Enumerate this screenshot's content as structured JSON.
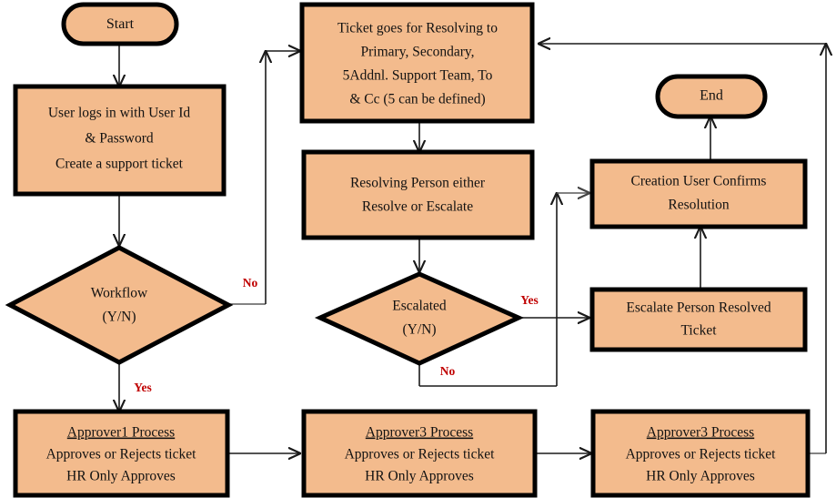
{
  "diagram": {
    "title": "Support Ticket Workflow Flowchart",
    "colors": {
      "node_fill": "#f3bb8d",
      "node_stroke": "#000000",
      "connector": "#1a1a1a",
      "edge_label": "#c00000",
      "background": "#ffffff"
    },
    "nodes": {
      "start": {
        "shape": "terminator",
        "label": "Start"
      },
      "login": {
        "shape": "process",
        "lines": [
          "User logs in with User Id",
          "& Password",
          "Create a support ticket"
        ]
      },
      "workflow_decision": {
        "shape": "decision",
        "lines": [
          "Workflow",
          "(Y/N)"
        ]
      },
      "approver1": {
        "shape": "process",
        "lines": [
          "Approver1 Process",
          "Approves or Rejects ticket",
          "HR Only Approves"
        ]
      },
      "approver2": {
        "shape": "process",
        "lines": [
          "Approver3 Process",
          "Approves or Rejects ticket",
          "HR Only Approves"
        ]
      },
      "approver3": {
        "shape": "process",
        "lines": [
          "Approver3 Process",
          "Approves or Rejects ticket",
          "HR Only Approves"
        ]
      },
      "ticket_routing": {
        "shape": "process",
        "lines": [
          "Ticket goes for Resolving to",
          "Primary, Secondary,",
          "5Addnl. Support Team, To",
          "& Cc (5 can be defined)"
        ]
      },
      "resolving_person": {
        "shape": "process",
        "lines": [
          "Resolving Person either",
          "Resolve or Escalate"
        ]
      },
      "escalated_decision": {
        "shape": "decision",
        "lines": [
          "Escalated",
          "(Y/N)"
        ]
      },
      "escalate_resolved": {
        "shape": "process",
        "lines": [
          "Escalate Person Resolved",
          "Ticket"
        ]
      },
      "creation_user_confirms": {
        "shape": "process",
        "lines": [
          "Creation User Confirms",
          "Resolution"
        ]
      },
      "end": {
        "shape": "terminator",
        "label": "End"
      }
    },
    "edge_labels": {
      "workflow_no": "No",
      "workflow_yes": "Yes",
      "escalated_yes": "Yes",
      "escalated_no": "No"
    }
  }
}
